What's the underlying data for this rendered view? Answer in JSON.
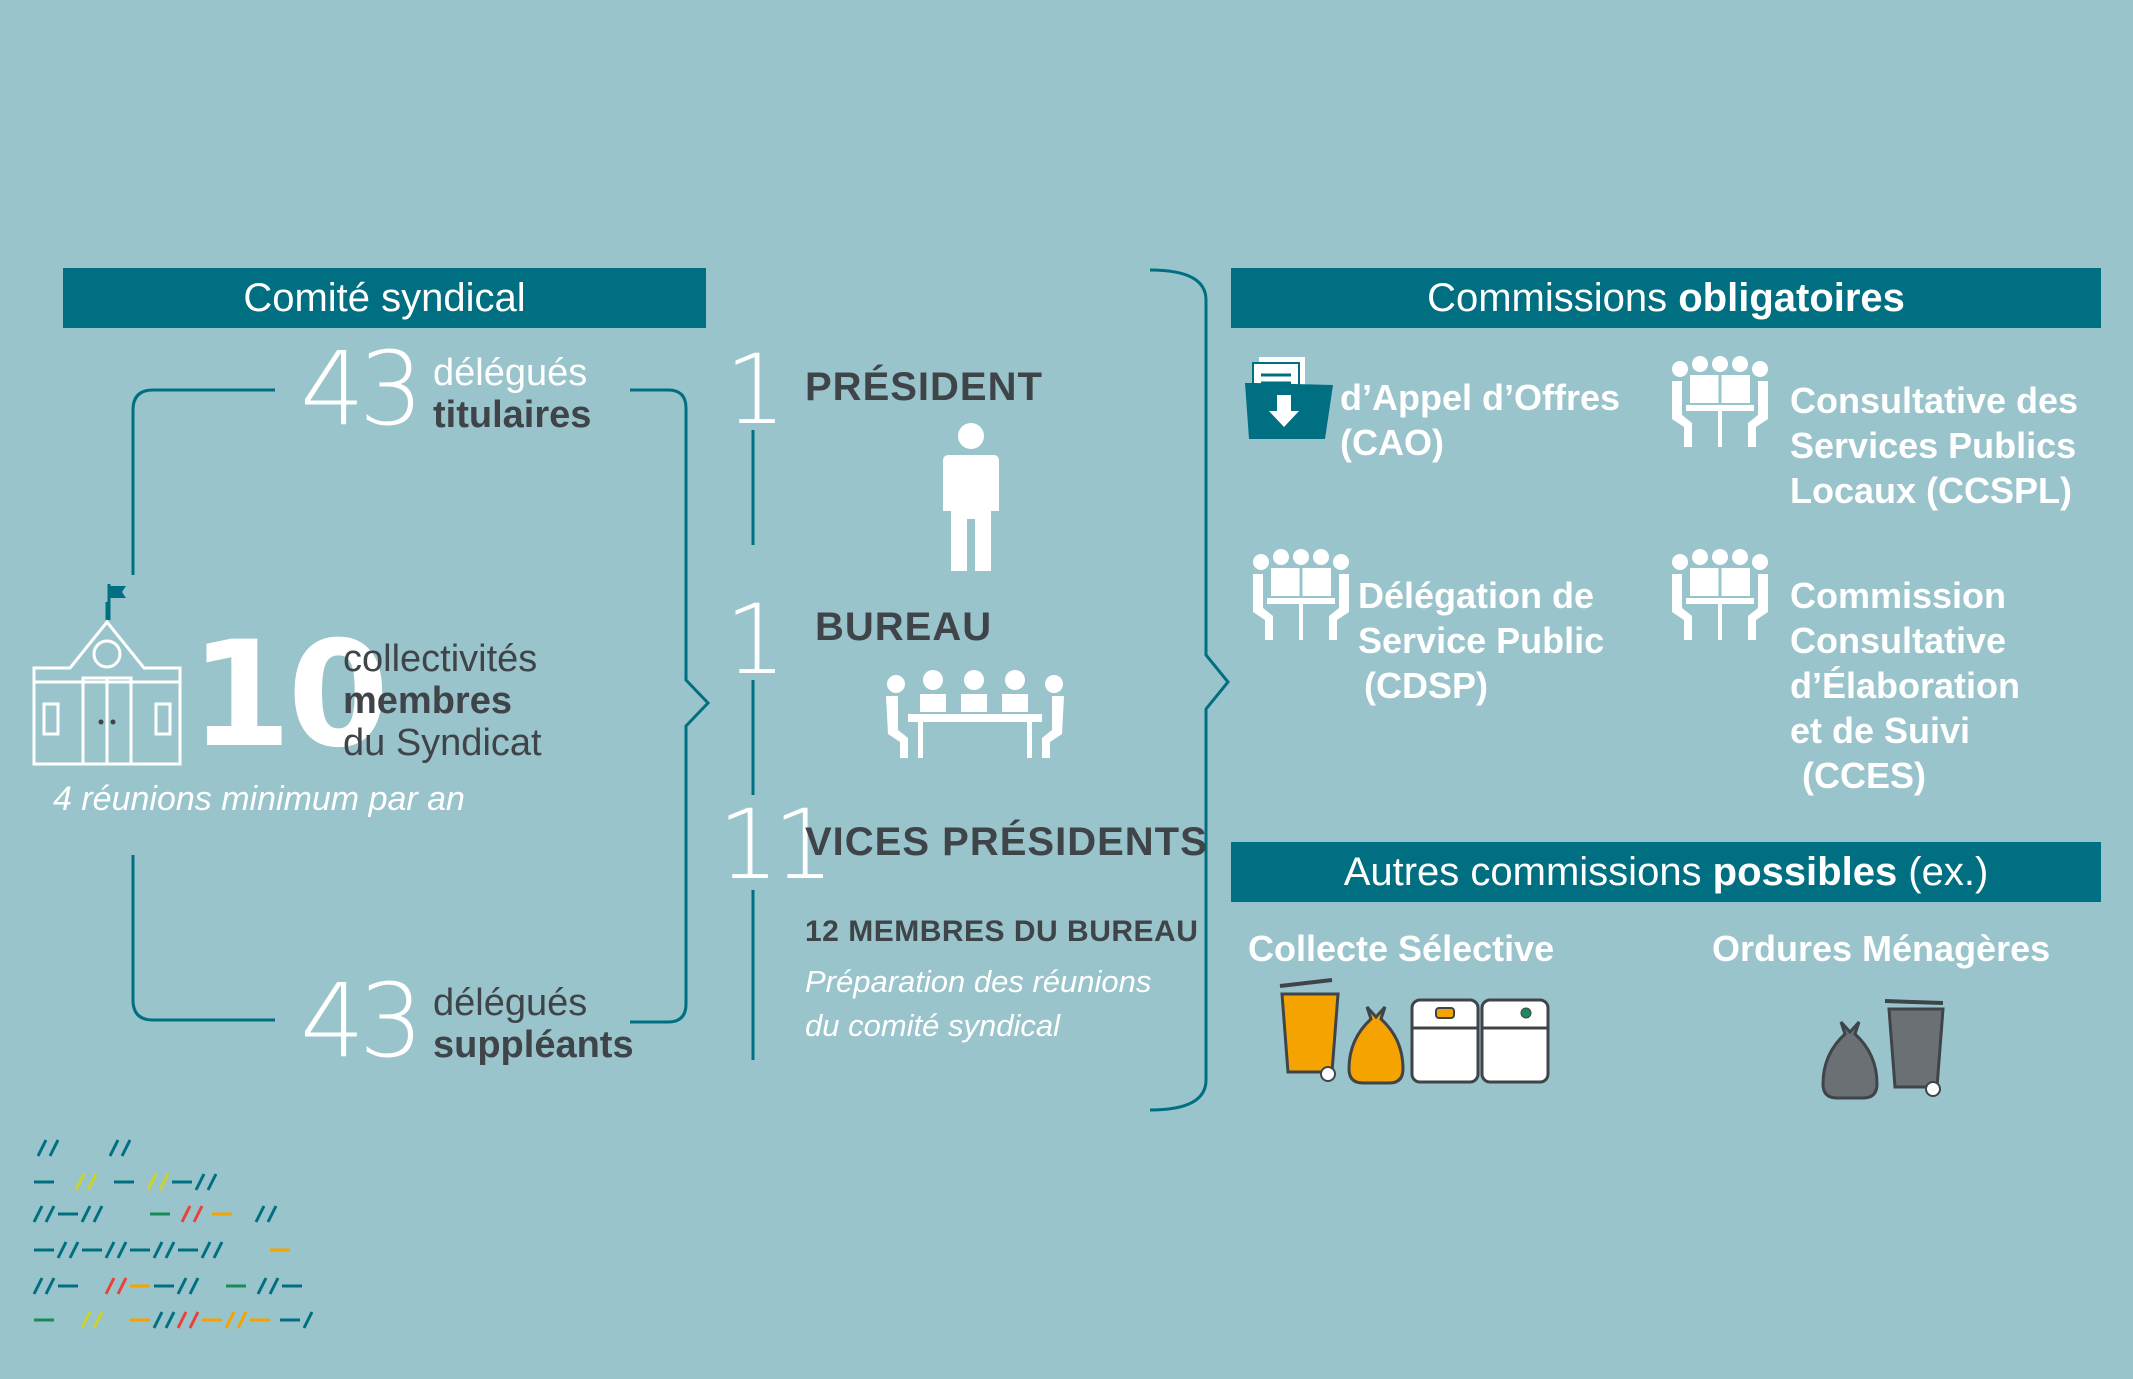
{
  "left": {
    "header": "Comité syndical",
    "titulaires": {
      "number": "43",
      "line1": "délégués",
      "line2": "titulaires"
    },
    "collectivites": {
      "number": "10",
      "line1": "collectivités",
      "line2": "membres",
      "line3": "du Syndicat"
    },
    "reunions": "4 réunions minimum par an",
    "suppleants": {
      "number": "43",
      "line1": "délégués",
      "line2": "suppléants"
    }
  },
  "middle": {
    "president": {
      "number": "1",
      "label": "PRÉSIDENT"
    },
    "bureau": {
      "number": "1",
      "label": "BUREAU"
    },
    "vices": {
      "number": "11",
      "label": "VICES PRÉSIDENTS"
    },
    "membres": "12 MEMBRES DU BUREAU",
    "preparation1": "Préparation des réunions",
    "preparation2": "du comité syndical"
  },
  "right": {
    "header_regular": "Commissions ",
    "header_bold": "obligatoires",
    "cao": [
      "d’Appel d’Offres",
      "(CAO)"
    ],
    "ccspl": [
      "Consultative des",
      "Services Publics",
      "Locaux (CCSPL)"
    ],
    "cdsp": [
      "Délégation de",
      "Service Public",
      "(CDSP)"
    ],
    "cces": [
      "Commission",
      "Consultative",
      "d’Élaboration",
      "et de Suivi",
      "(CCES)"
    ],
    "autres_regular": "Autres commissions ",
    "autres_bold": "possibles",
    "autres_suffix": " (ex.)",
    "collecte": "Collecte Sélective",
    "ordures": "Ordures Ménagères"
  },
  "colors": {
    "background": "#9ac4cb",
    "header": "#006f81",
    "text_dark": "#3f4449",
    "yellow": "#f5a300",
    "grey": "#6b7074"
  },
  "icons": [
    "town-hall-icon",
    "person-icon",
    "meeting-table-icon",
    "document-download-icon",
    "meeting-people-icon",
    "bin-icon",
    "trash-bag-icon",
    "container-icon"
  ]
}
